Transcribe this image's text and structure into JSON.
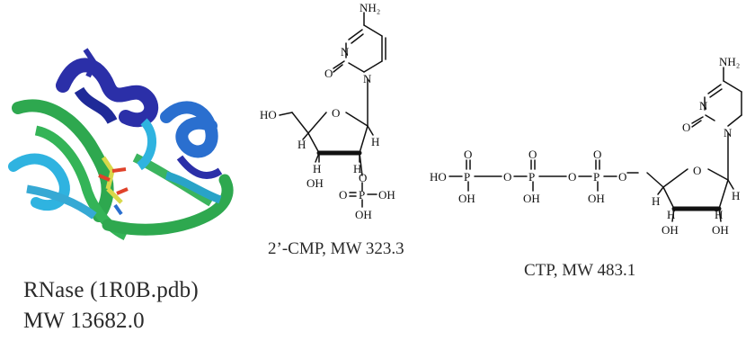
{
  "protein": {
    "name": "RNase (1R0B.pdb)",
    "mw": "MW 13682.0",
    "colors": {
      "dark_blue": "#2b2fa8",
      "mid_blue": "#2a6fcf",
      "cyan": "#2fb3e0",
      "green": "#2ea84f",
      "ligand_yellow": "#d8d84a",
      "ligand_red": "#e0422a"
    }
  },
  "cmp": {
    "caption": "2’-CMP, MW 323.3",
    "labels": {
      "nh2": "NH₂",
      "n3": "N",
      "n1": "N",
      "o2": "O",
      "ho5": "HO",
      "o_ring": "O",
      "h1": "H",
      "h2": "H",
      "h3": "H",
      "h4": "H",
      "oh3": "OH",
      "o2p": "O",
      "p": "P",
      "o_dbl": "O",
      "oh_p": "OH",
      "oh_p2": "OH"
    }
  },
  "ctp": {
    "caption": "CTP, MW 483.1",
    "labels": {
      "nh2": "NH₂",
      "n3": "N",
      "n1": "N",
      "o2": "O",
      "ho": "HO",
      "p1": "P",
      "p2": "P",
      "p3": "P",
      "o_a": "O",
      "o_b": "O",
      "o_c": "O",
      "o1": "O",
      "o3": "O",
      "oh1": "OH",
      "oh2": "OH",
      "oh3": "OH",
      "o_ring": "O",
      "h1": "H",
      "h2": "H",
      "h3": "H",
      "h4": "H",
      "oh_r1": "OH",
      "oh_r2": "OH"
    }
  }
}
